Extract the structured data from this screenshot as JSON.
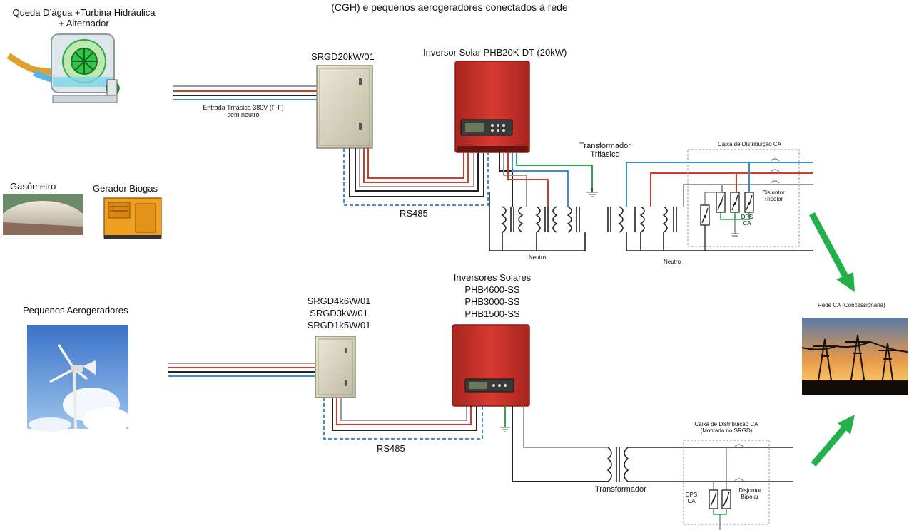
{
  "header": {
    "title_line": "(CGH) e pequenos aerogeradores conectados à rede"
  },
  "sources": {
    "hydro": {
      "line1": "Queda D’água +Turbina Hidráulica",
      "line2": "+ Alternador"
    },
    "gasometer": "Gasômetro",
    "biogas_generator": "Gerador Biogas",
    "wind": "Pequenos Aerogeradores"
  },
  "upper": {
    "srgd_label": "SRGD20kW/01",
    "inverter_label": "Inversor Solar PHB20K-DT (20kW)",
    "input_note_line1": "Entrada Trifásica 380V (F-F)",
    "input_note_line2": "sem neutro",
    "rs485": "RS485",
    "transformer_line1": "Transformador",
    "transformer_line2": "Trifásico",
    "neutral_left": "Neutro",
    "neutral_right": "Neutro",
    "ac_box": "Caixa de Distribuição CA",
    "breaker_line1": "Disjuntor",
    "breaker_line2": "Tripolar",
    "dps_line1": "DPS",
    "dps_line2": "CA"
  },
  "lower": {
    "srgd_models": [
      "SRGD4k6W/01",
      "SRGD3kW/01",
      "SRGD1k5W/01"
    ],
    "inverters_title": "Inversores Solares",
    "inverter_models": [
      "PHB4600-SS",
      "PHB3000-SS",
      "PHB1500-SS"
    ],
    "rs485": "RS485",
    "transformer": "Transformador",
    "ac_box_line1": "Caixa de Distribuição CA",
    "ac_box_line2": "(Montada no SRGD)",
    "dps_line1": "DPS",
    "dps_line2": "CA",
    "breaker_line1": "Disjuntor",
    "breaker_line2": "Bipolar"
  },
  "grid": {
    "label": "Rede CA (Concessionária)"
  },
  "colors": {
    "wire_red": "#d43a2a",
    "wire_blue": "#3a8fd6",
    "wire_gray": "#9a9a9a",
    "wire_black": "#222222",
    "wire_green": "#2aa84a",
    "rs485_dash": "#3a8fd6",
    "inverter_body": "#c8322a",
    "srgd_body": "#d9d6c4",
    "arrow_green": "#22b04b",
    "box_outline": "#9090c8"
  }
}
